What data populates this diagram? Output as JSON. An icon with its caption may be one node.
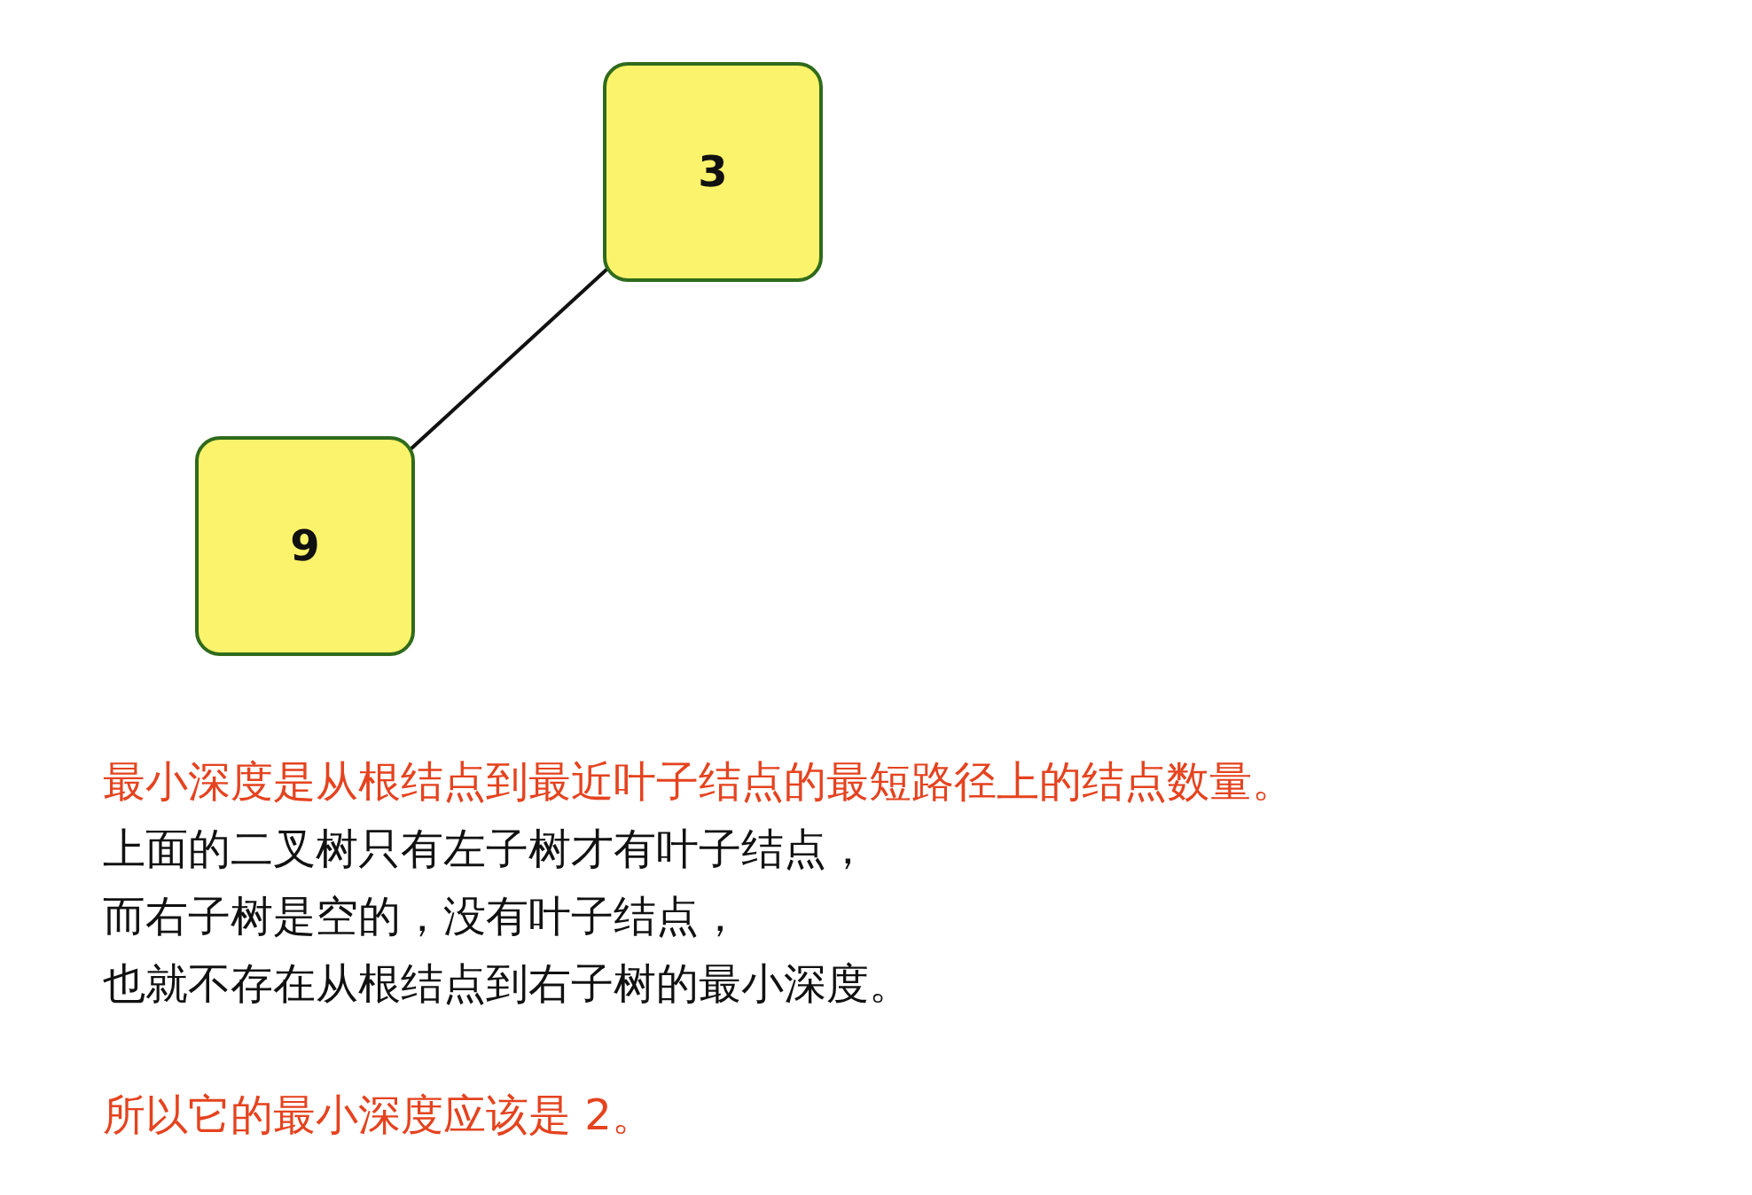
{
  "diagram": {
    "nodes": [
      {
        "text": [
          "3"
        ]
      },
      {
        "text": [
          "9"
        ]
      }
    ],
    "edges": [
      {
        "from": 0,
        "to": 1,
        "arrow": "none"
      }
    ],
    "labels": [
      "最小深度是从根结点到最近叶子结点的最短路径上的结点数量。",
      "上面的二叉树只有左子树才有叶子结点，",
      "而右子树是空的，没有叶子结点，",
      "也就不存在从根结点到右子树的最小深度。",
      "所以它的最小深度应该是 2。"
    ]
  }
}
